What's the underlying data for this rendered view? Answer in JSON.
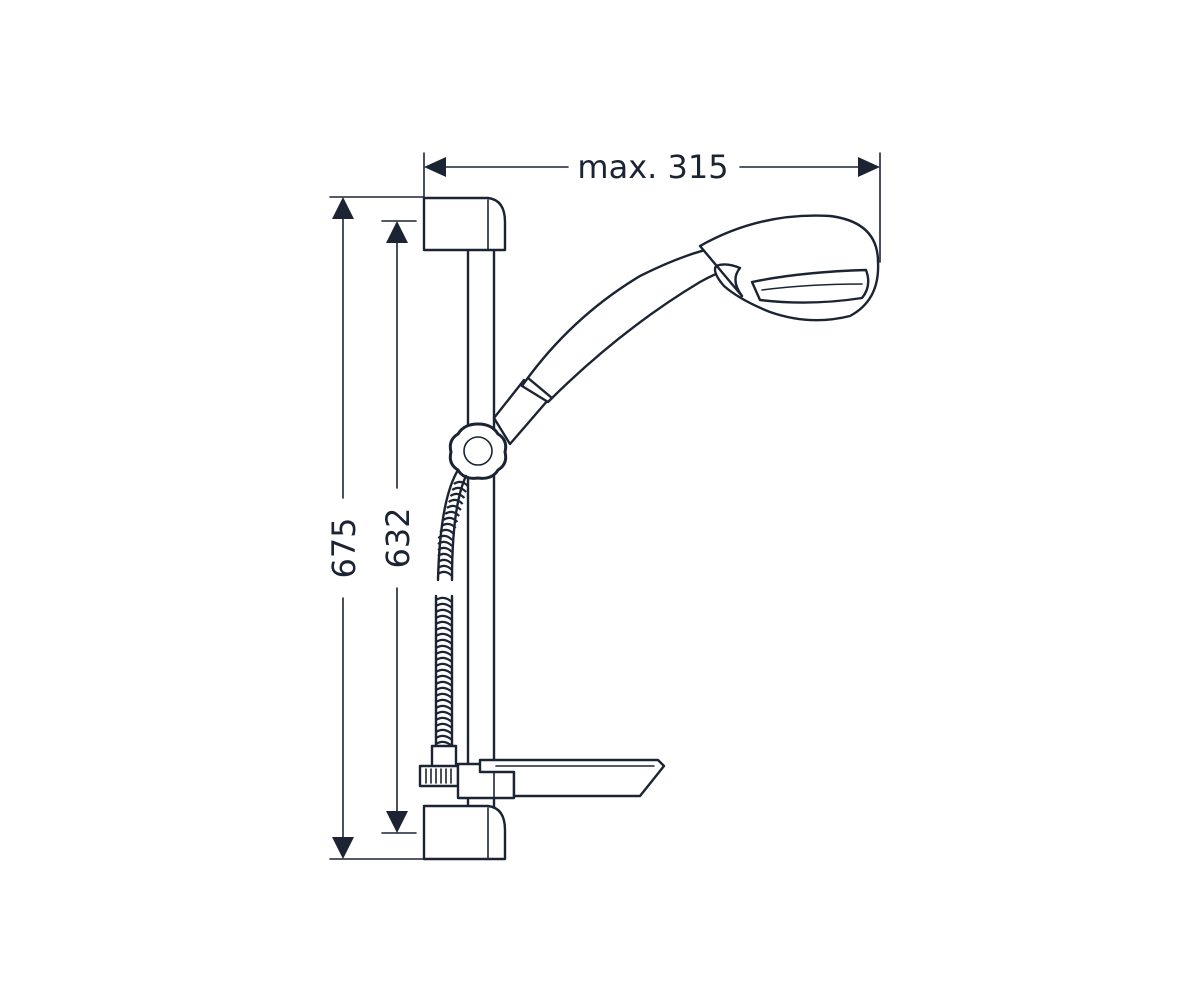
{
  "dimensions": {
    "width_label": "max. 315",
    "total_height_label": "675",
    "rail_height_label": "632"
  },
  "colors": {
    "line": "#1c2433",
    "background": "#ffffff"
  }
}
